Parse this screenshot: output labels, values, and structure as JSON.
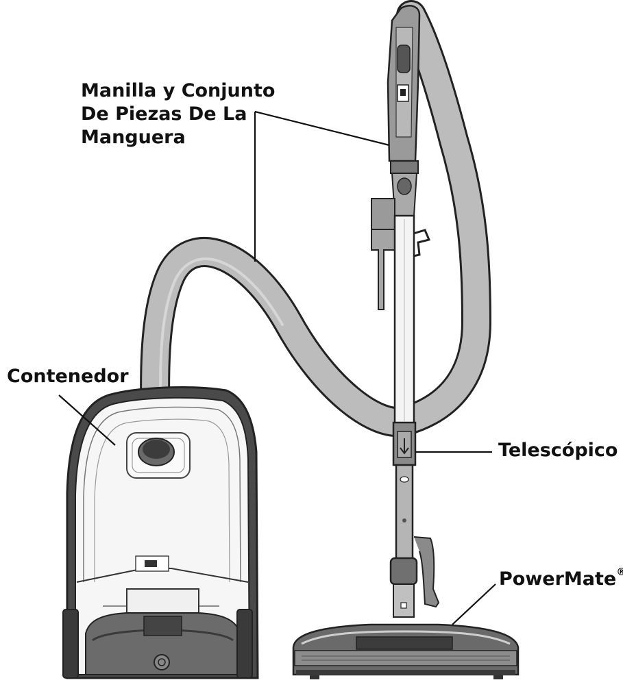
{
  "labels": {
    "hose": {
      "line1": "Manilla y Conjunto",
      "line2": "De Piezas De La",
      "line3": "Manguera"
    },
    "canister": "Contenedor",
    "telescopic": "Telescópico",
    "powermate": "PowerMate",
    "powermate_mark": "®"
  },
  "colors": {
    "outline": "#222222",
    "hose_fill": "#b9b9b9",
    "body_fill": "#f7f7f7",
    "dark_gray": "#5a5a5a",
    "mid_gray": "#8a8a8a"
  }
}
